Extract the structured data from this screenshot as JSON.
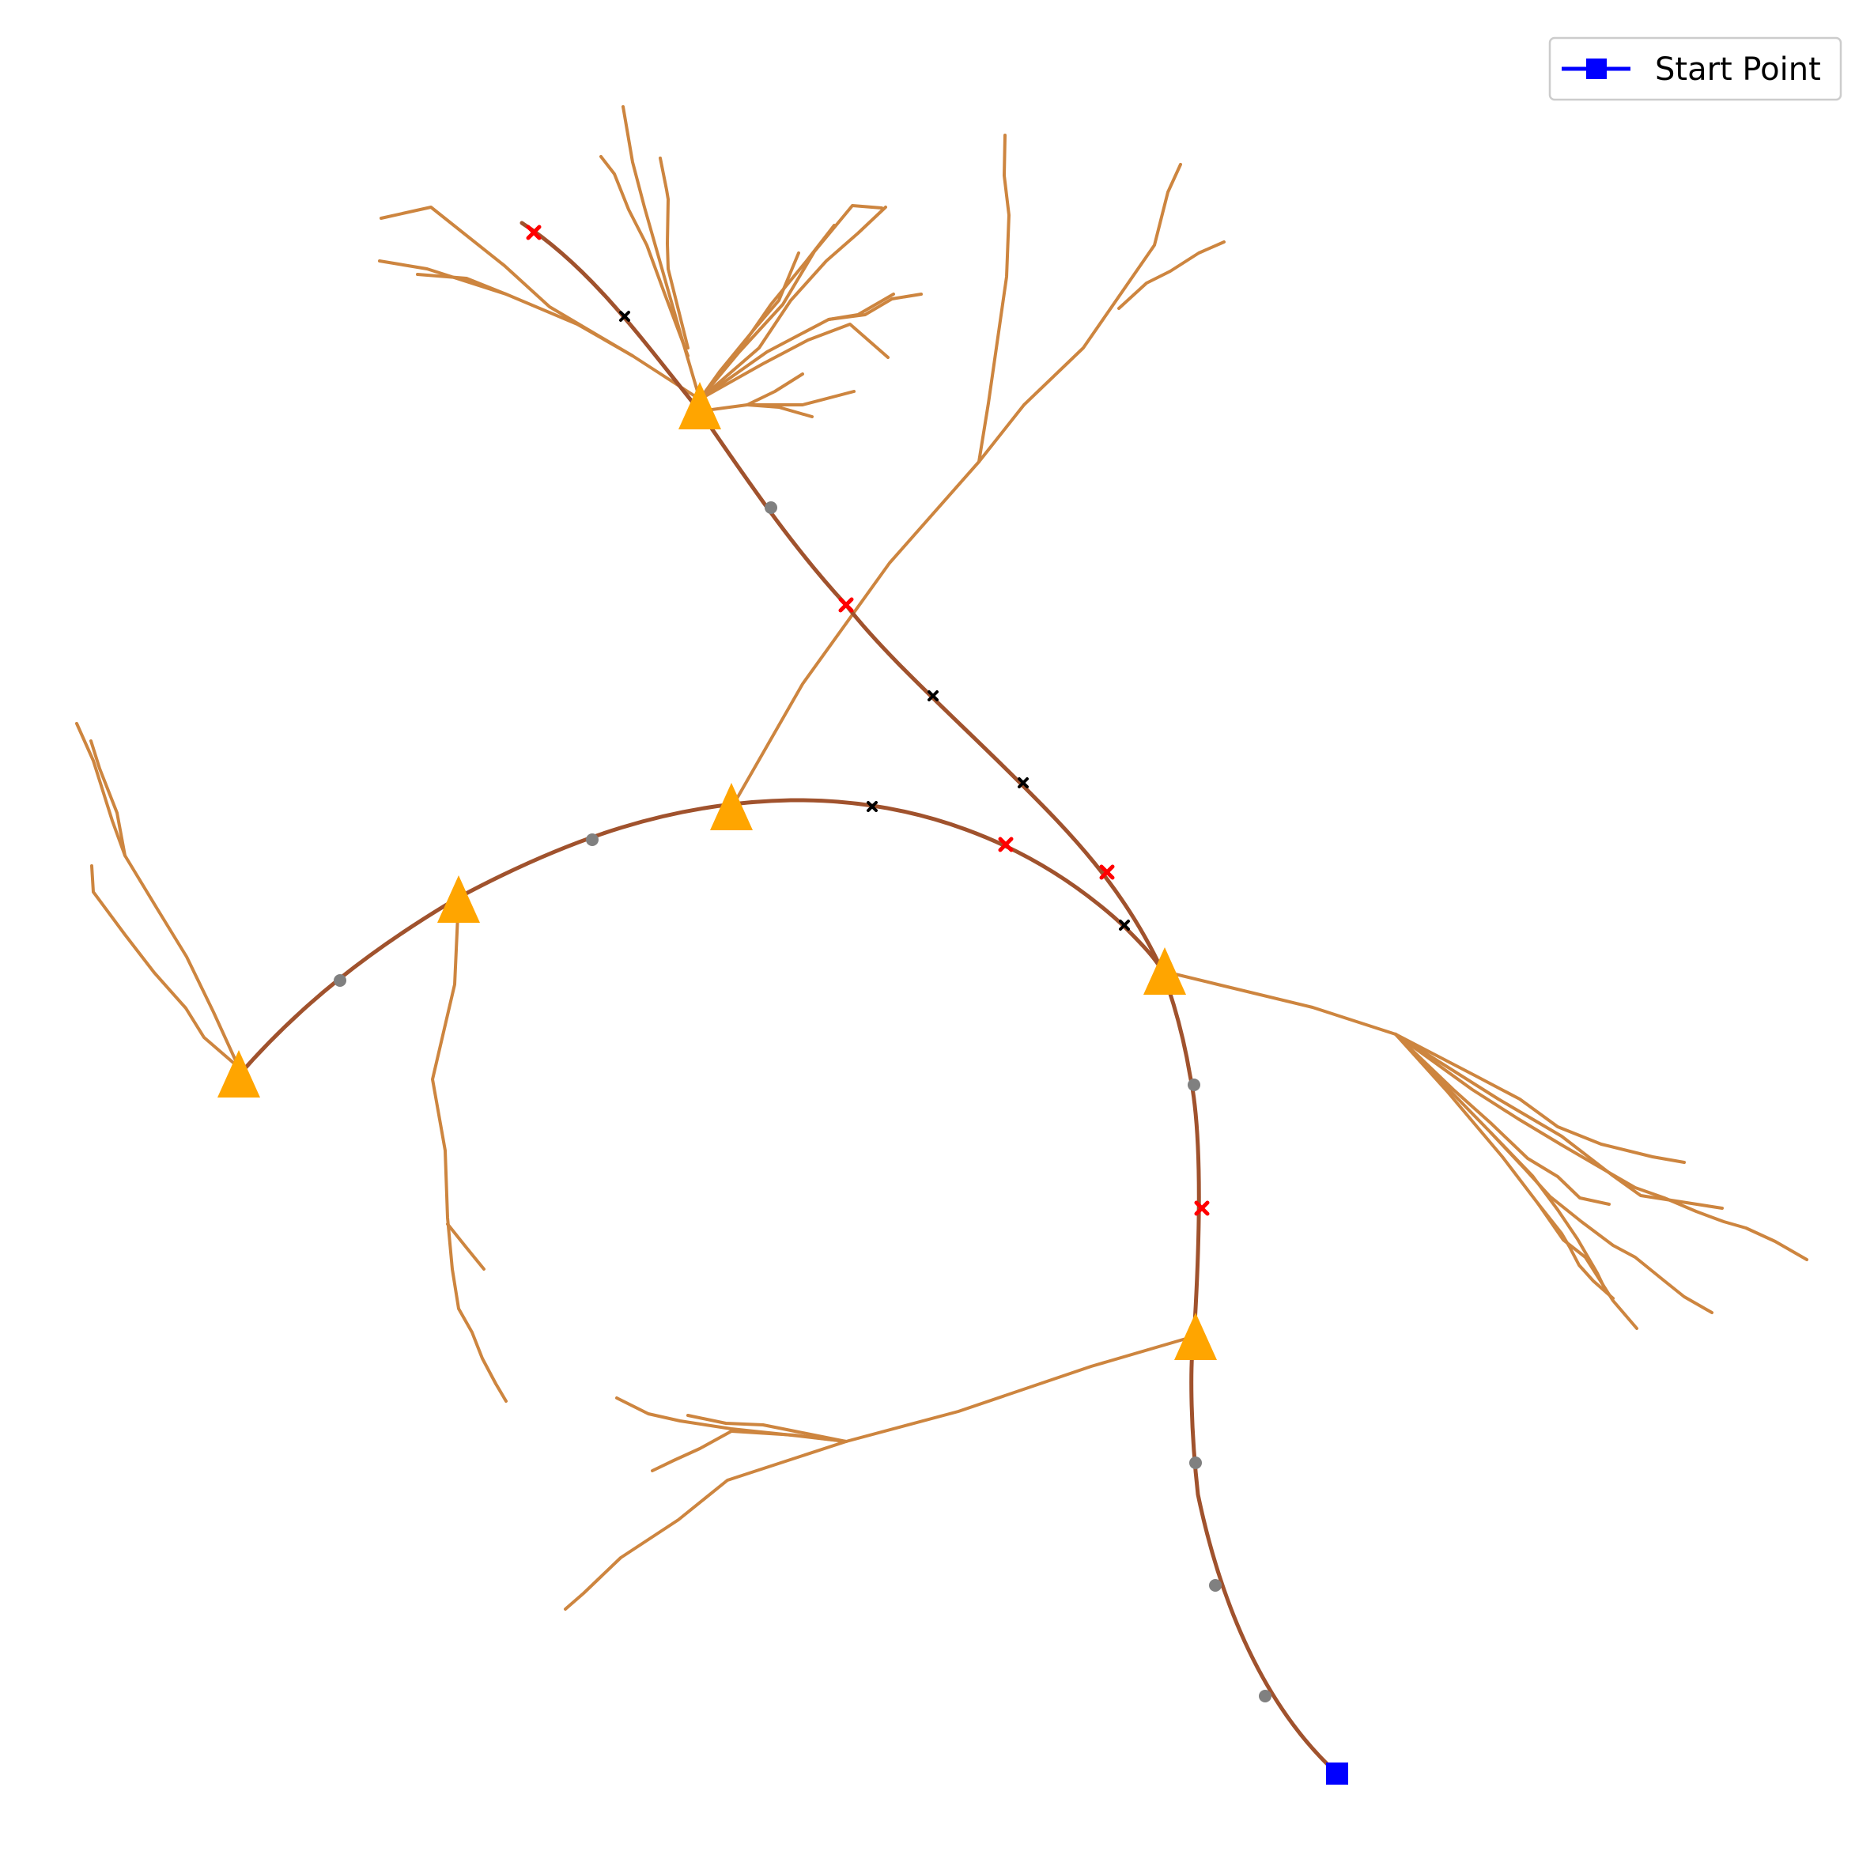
{
  "legend": {
    "start_label": "Start Point"
  },
  "colors": {
    "trunk": "#A0522D",
    "branch": "#CD853F",
    "junction": "#FFA500",
    "start": "#0000FF",
    "waypoint": "#808080",
    "red_marker": "#FF0000",
    "black_marker": "#000000"
  },
  "icons": {
    "junction": "triangle",
    "start": "square",
    "waypoint": "circle",
    "red_marker": "x-mark",
    "black_marker": "x-mark"
  }
}
